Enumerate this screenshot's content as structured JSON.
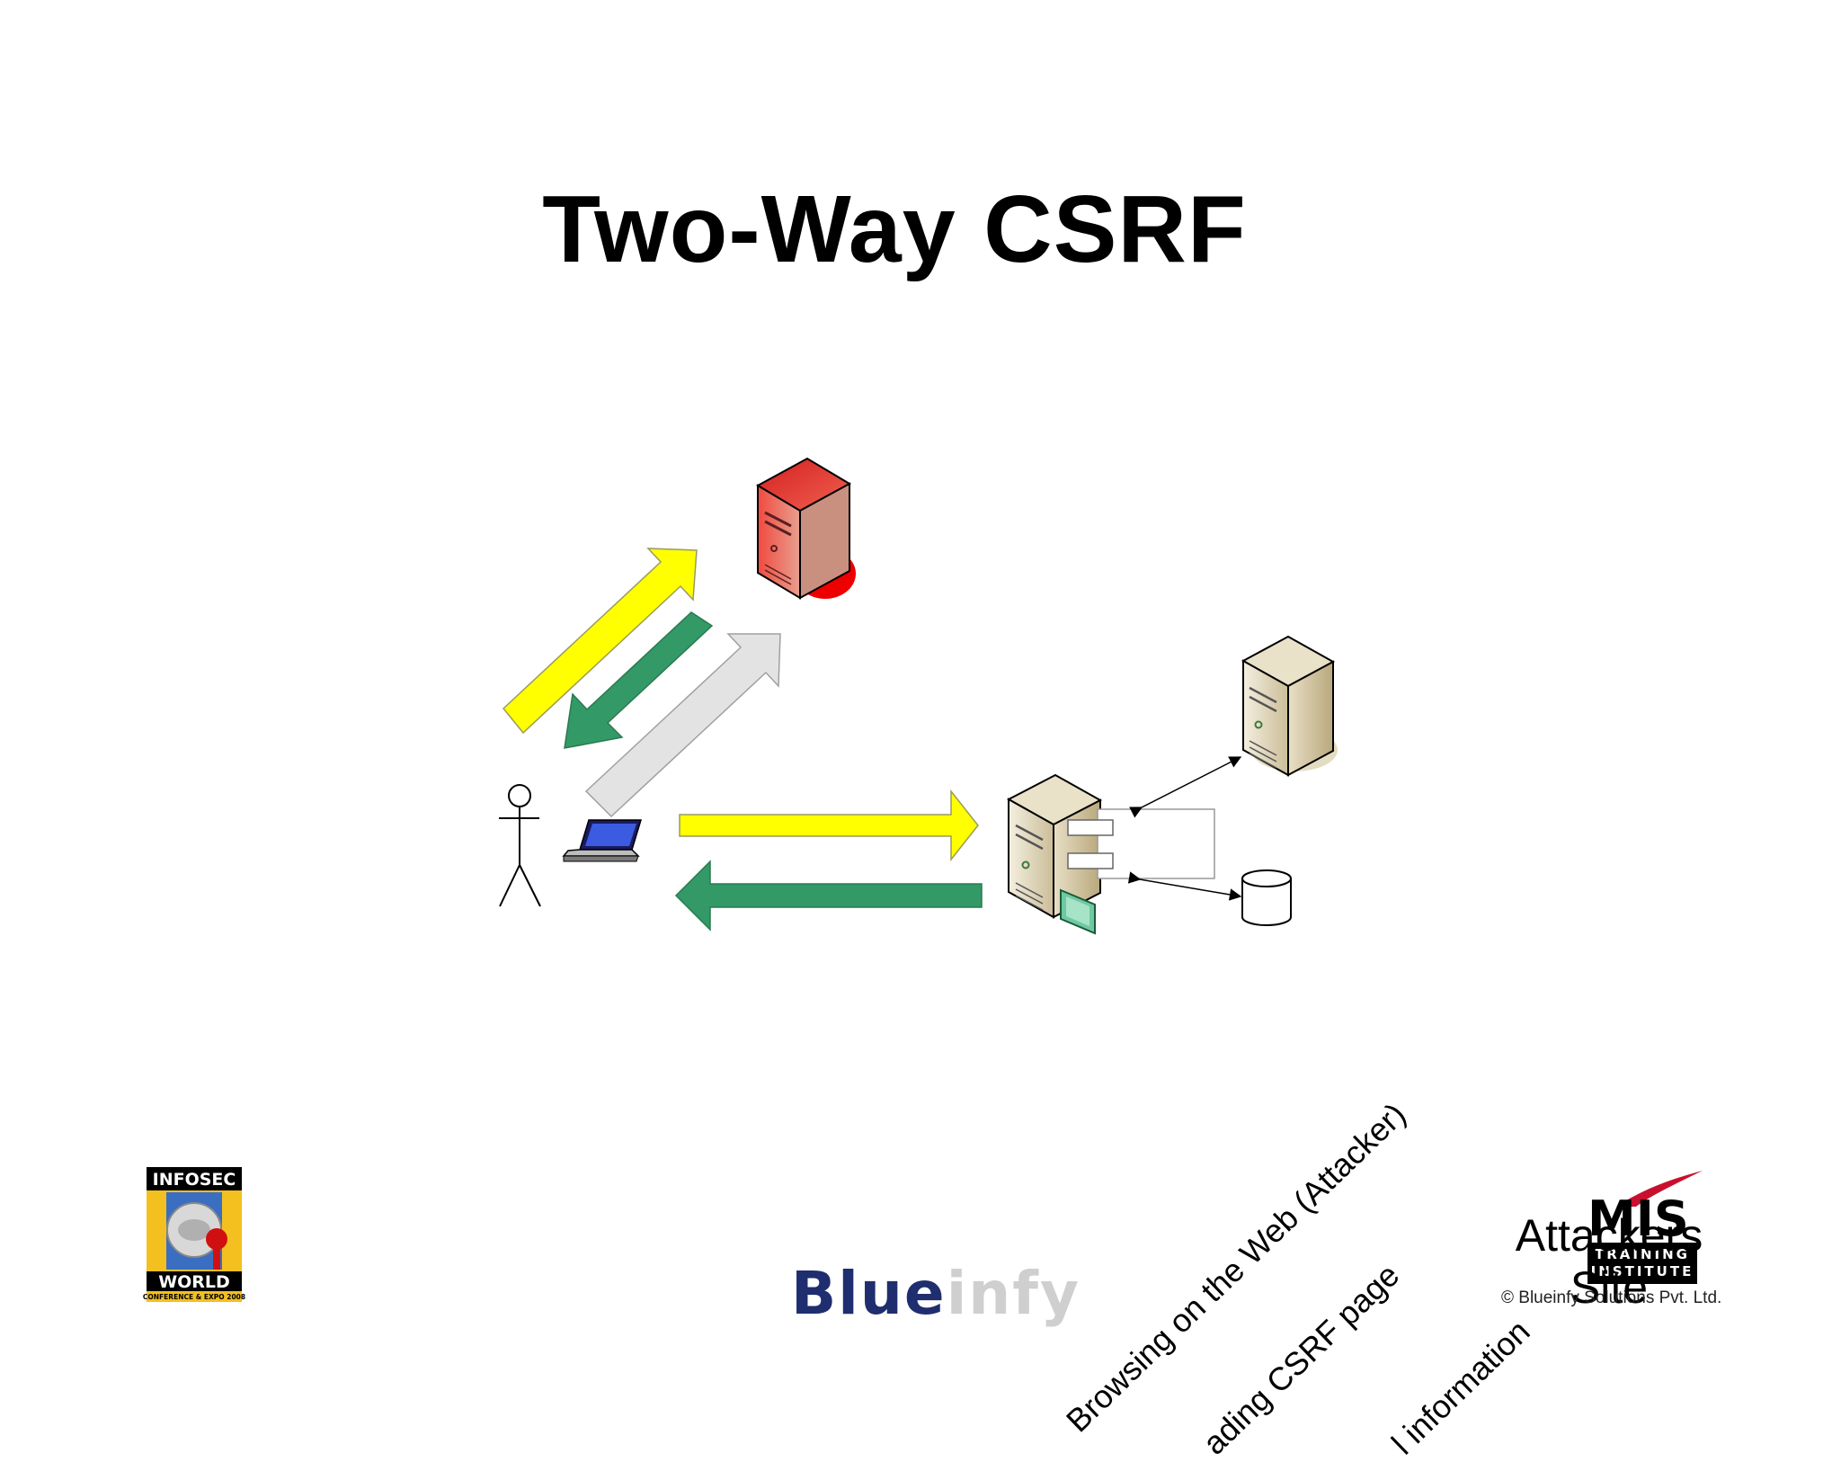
{
  "slide": {
    "title": "Two-Way CSRF"
  },
  "labels": {
    "browsing": "Browsing on the Web (Attacker)",
    "csrf_page": "ading CSRF page",
    "information": "l information",
    "attackers_site_line1": "Attackers",
    "attackers_site_line2": "Site"
  },
  "footer": {
    "copyright": "© Blueinfy Solutions Pvt. Ltd.",
    "blueinfy_part1": "Blue",
    "blueinfy_part2": "infy",
    "infosec_logo_top": "INFOSEC",
    "infosec_logo_bottom": "WORLD",
    "infosec_logo_sub": "CONFERENCE & EXPO 2008",
    "mis_logo_main": "MIS",
    "mis_logo_sub1": "TRAINING",
    "mis_logo_sub2": "INSTITUTE"
  },
  "colors": {
    "request_arrow": "#ffff00",
    "response_arrow": "#339966",
    "inactive_arrow": "#e0e0e0",
    "attacker_server": "#e8302a",
    "server": "#e6dcc2"
  }
}
